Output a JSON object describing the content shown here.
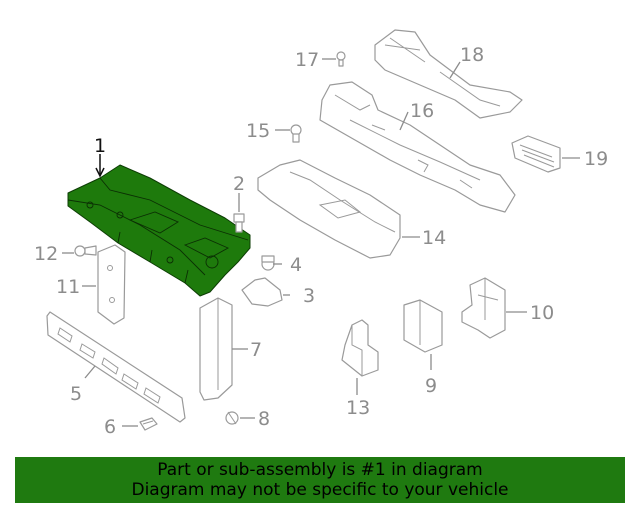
{
  "callouts": [
    "1",
    "2",
    "3",
    "4",
    "5",
    "6",
    "7",
    "8",
    "9",
    "10",
    "11",
    "12",
    "13",
    "14",
    "15",
    "16",
    "17",
    "18",
    "19"
  ],
  "highlighted_callout": "1",
  "colors": {
    "highlight": "#1e7a0c",
    "banner_bg": "#1f7a10",
    "part_stroke": "#9a9a9a",
    "label": "#8c8c8c"
  },
  "banner": {
    "line1": "Part or sub-assembly is #1 in diagram",
    "line2": "Diagram may not be specific to your vehicle"
  }
}
